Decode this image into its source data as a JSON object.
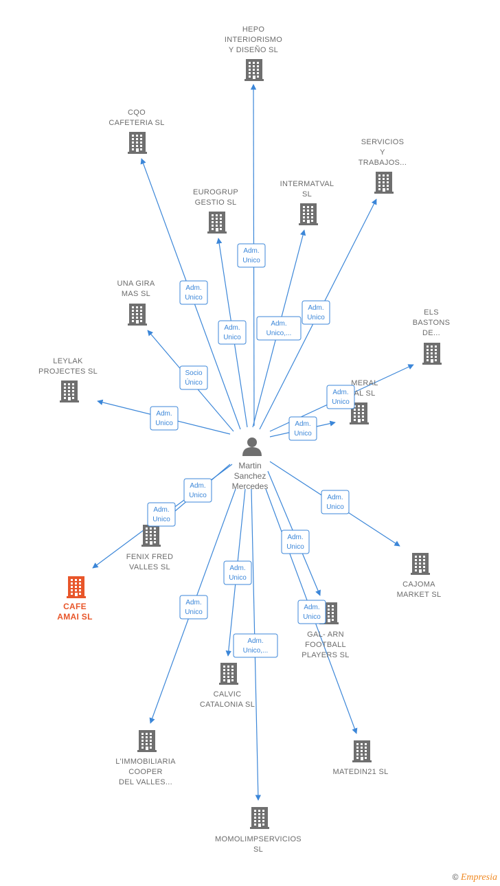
{
  "person": {
    "label_lines": [
      "Martin",
      "Sanchez",
      "Mercedes"
    ]
  },
  "colors": {
    "edge": "#3b86d8",
    "building": "#6f6f6f",
    "highlight": "#e8562a"
  },
  "companies": [
    {
      "id": "hepo",
      "label_lines": [
        "HEPO",
        "INTERIORISMO",
        "Y DISEÑO  SL"
      ]
    },
    {
      "id": "cqo",
      "label_lines": [
        "CQO",
        "CAFETERIA  SL"
      ]
    },
    {
      "id": "servicios",
      "label_lines": [
        "SERVICIOS",
        "Y",
        "TRABAJOS..."
      ]
    },
    {
      "id": "eurogrup",
      "label_lines": [
        "EUROGRUP",
        "GESTIO  SL"
      ]
    },
    {
      "id": "intermatval",
      "label_lines": [
        "INTERMATVAL",
        "SL"
      ]
    },
    {
      "id": "unagira",
      "label_lines": [
        "UNA GIRA",
        "MAS  SL"
      ]
    },
    {
      "id": "els",
      "label_lines": [
        "ELS",
        "BASTONS",
        "DE..."
      ]
    },
    {
      "id": "leylak",
      "label_lines": [
        "LEYLAK",
        "PROJECTES SL"
      ]
    },
    {
      "id": "meral",
      "label_lines": [
        "MERAL",
        "AL  SL"
      ]
    },
    {
      "id": "fenix",
      "label_lines": [
        "FENIX FRED",
        "VALLES  SL"
      ]
    },
    {
      "id": "cafe",
      "label_lines": [
        "CAFE",
        "AMAI  SL"
      ],
      "highlight": true
    },
    {
      "id": "cajoma",
      "label_lines": [
        "CAJOMA",
        "MARKET  SL"
      ]
    },
    {
      "id": "galarn",
      "label_lines": [
        "GAL- ARN",
        "FOOTBALL",
        "PLAYERS  SL"
      ]
    },
    {
      "id": "calvic",
      "label_lines": [
        "CALVIC",
        "CATALONIA  SL"
      ]
    },
    {
      "id": "immobiliaria",
      "label_lines": [
        "L'IMMOBILIARIA",
        "COOPER",
        "DEL VALLES..."
      ]
    },
    {
      "id": "matedin",
      "label_lines": [
        "MATEDIN21  SL"
      ]
    },
    {
      "id": "momolimp",
      "label_lines": [
        "MOMOLIMPSERVICIOS",
        "SL"
      ]
    }
  ],
  "edges": [
    {
      "to": "hepo",
      "label_lines": [
        "Adm.",
        "Unico"
      ]
    },
    {
      "to": "cqo",
      "label_lines": [
        "Adm.",
        "Unico"
      ]
    },
    {
      "to": "eurogrup",
      "label_lines": [
        "Adm.",
        "Unico"
      ]
    },
    {
      "to": "intermatval",
      "label_lines": [
        "Adm.",
        "Unico,..."
      ]
    },
    {
      "to": "servicios",
      "label_lines": [
        "Adm.",
        "Unico"
      ]
    },
    {
      "to": "unagira",
      "label_lines": [
        "Socio",
        "Único"
      ]
    },
    {
      "to": "leylak",
      "label_lines": [
        "Adm.",
        "Unico"
      ]
    },
    {
      "to": "els",
      "label_lines": [
        "Adm.",
        "Unico"
      ]
    },
    {
      "to": "meral",
      "label_lines": [
        "Adm.",
        "Unico"
      ]
    },
    {
      "to": "cajoma",
      "label_lines": [
        "Adm.",
        "Unico"
      ]
    },
    {
      "to": "cafe",
      "label_lines": [
        "Adm.",
        "Unico"
      ]
    },
    {
      "to": "fenix",
      "label_lines": [
        "Adm.",
        "Unico"
      ]
    },
    {
      "to": "galarn",
      "label_lines": [
        "Adm.",
        "Unico"
      ]
    },
    {
      "to": "matedin",
      "label_lines": [
        "Adm.",
        "Unico"
      ]
    },
    {
      "to": "calvic",
      "label_lines": [
        "Adm.",
        "Unico"
      ]
    },
    {
      "to": "momolimp",
      "label_lines": [
        "Adm.",
        "Unico,..."
      ]
    },
    {
      "to": "immobiliaria",
      "label_lines": [
        "Adm.",
        "Unico"
      ]
    }
  ],
  "footer": {
    "copyright": "©",
    "brand": "Empresia"
  }
}
